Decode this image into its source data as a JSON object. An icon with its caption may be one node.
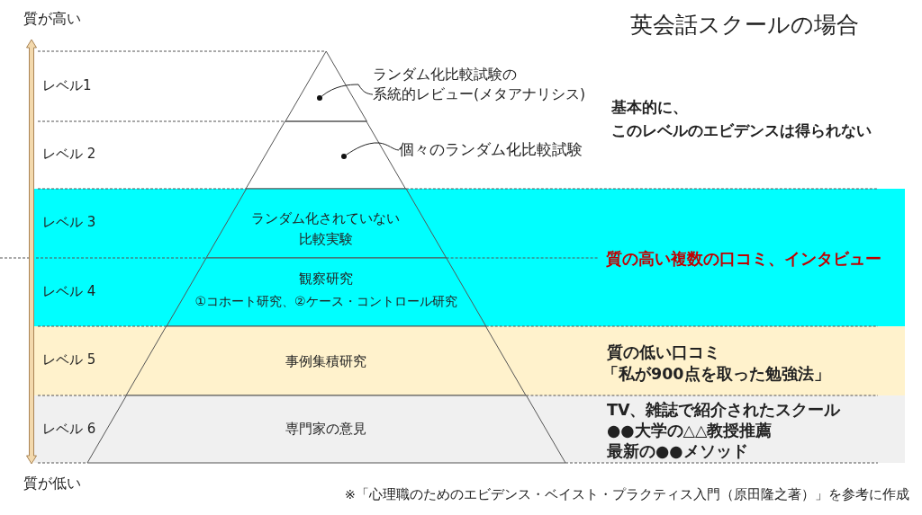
{
  "diagram": {
    "title": "英会話スクールの場合",
    "caption": "※「心理職のためのエビデンス・ベイスト・プラクティス入門（原田隆之著）」を参考に作成",
    "nodes": [
      {
        "text": [
          "レベル1"
        ]
      },
      {
        "text": [],
        "shape": "triangle",
        "in": 0
      },
      {
        "text": [],
        "shape": "circle",
        "in": 1
      },
      {
        "text": [
          "ランダム化比較試験の系統的レビュー(メタアナリシス)"
        ],
        "in": 0
      },
      {
        "text": [
          "レベル 2"
        ]
      },
      {
        "text": [],
        "shape": "trapezoid",
        "in": 4
      },
      {
        "text": [],
        "shape": "circle",
        "in": 5
      },
      {
        "text": [
          "個々のランダム化比較試験"
        ],
        "in": 4
      },
      {
        "text": [
          "レベル 3"
        ]
      },
      {
        "text": [
          "ランダム化されていない比較実験"
        ],
        "in": 8
      },
      {
        "text": [
          "レベル 4"
        ]
      },
      {
        "text": [
          "観察研究",
          "①コホート研究、②ケース・コントロール研究"
        ],
        "in": 10
      },
      {
        "text": [
          "レベル 5",
          "質の低い口コミ",
          "「私が900点を取った勉強法」"
        ]
      },
      {
        "text": [
          "事例集積研究"
        ],
        "in": 12
      },
      {
        "text": [
          "レベル 6",
          "TV、雑誌で紹介されたスクール",
          "●●大学の△△教授推薦",
          "最新の●●メソッド"
        ]
      },
      {
        "text": [
          "専門家の意見"
        ],
        "in": 14
      }
    ],
    "edges": [
      {
        "from": 3,
        "to": 2,
        "arrow": "none"
      },
      {
        "from": 7,
        "to": 6,
        "arrow": "none"
      }
    ],
    "labels": [
      "質が高い",
      "基本的に、このレベルのエビデンスは得られない",
      "質の高い複数の口コミ、インタビュー",
      "質が低い"
    ]
  }
}
